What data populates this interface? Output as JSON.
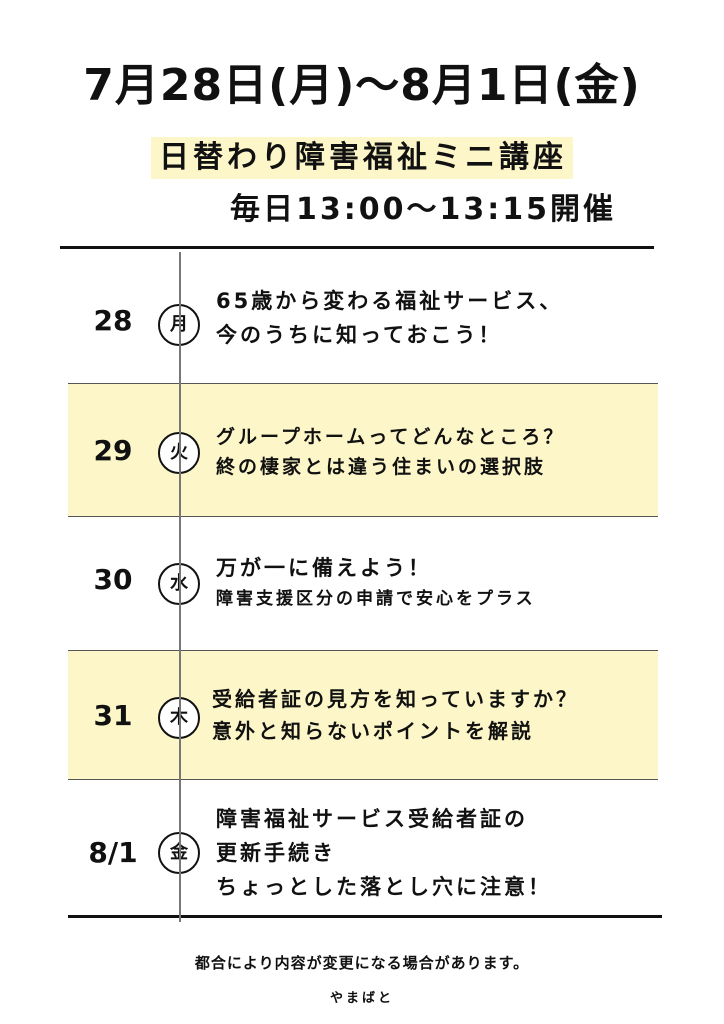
{
  "header": {
    "title": "7月28日(月)〜8月1日(金)",
    "subtitle": "日替わり障害福祉ミニ講座",
    "hours": "毎日13:00〜13:15開催"
  },
  "schedule": [
    {
      "date": "28",
      "weekday": "月",
      "lines": [
        "65歳から変わる福祉サービス、",
        "今のうちに知っておこう！"
      ]
    },
    {
      "date": "29",
      "weekday": "火",
      "lines": [
        "グループホームってどんなところ？",
        "終の棲家とは違う住まいの選択肢"
      ]
    },
    {
      "date": "30",
      "weekday": "水",
      "lines": [
        "万が一に備えよう！",
        "障害支援区分の申請で安心をプラス"
      ]
    },
    {
      "date": "31",
      "weekday": "木",
      "lines": [
        "受給者証の見方を知っていますか？",
        "意外と知らないポイントを解説"
      ]
    },
    {
      "date": "8/1",
      "weekday": "金",
      "lines": [
        "障害福祉サービス受給者証の",
        "更新手続き",
        "ちょっとした落とし穴に注意！"
      ]
    }
  ],
  "note": "都合により内容が変更になる場合があります。",
  "footer": "やまばと",
  "colors": {
    "highlight": "#fcf6c8",
    "text": "#111111"
  }
}
